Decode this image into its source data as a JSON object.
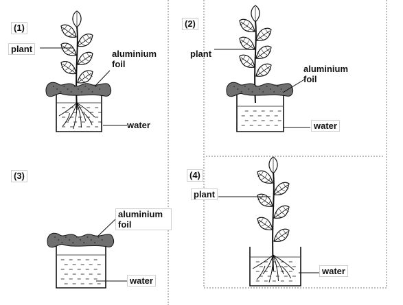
{
  "panels": [
    {
      "id": "1",
      "label": "(1)",
      "plant_label": "plant",
      "foil_label": [
        "aluminium",
        "foil"
      ],
      "water_label": "water"
    },
    {
      "id": "2",
      "label": "(2)",
      "plant_label": "plant",
      "foil_label": [
        "aluminium",
        "foil"
      ],
      "water_label": "water"
    },
    {
      "id": "3",
      "label": "(3)",
      "foil_label": [
        "aluminium",
        "foil"
      ],
      "water_label": "water"
    },
    {
      "id": "4",
      "label": "(4)",
      "plant_label": "plant",
      "water_label": "water"
    }
  ],
  "colors": {
    "ink": "#111111",
    "foil": "#6f6f6f",
    "divider": "#7a7a7a",
    "background": "#ffffff"
  }
}
